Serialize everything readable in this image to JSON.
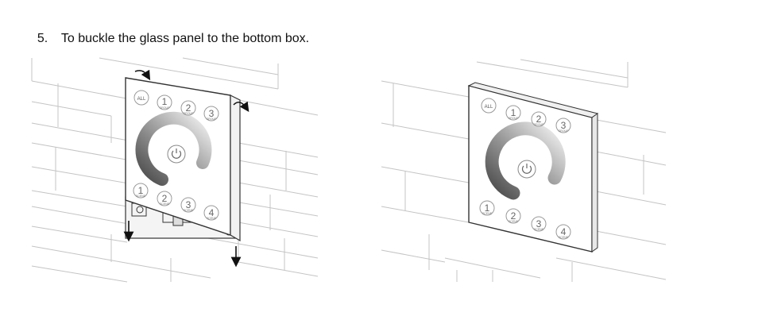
{
  "instruction": {
    "number": "5.",
    "text": "To buckle the glass panel to the bottom box."
  },
  "panel": {
    "all_label": "ALL",
    "top_buttons": [
      "1",
      "2",
      "3"
    ],
    "bottom_buttons": [
      "1",
      "2",
      "3",
      "4"
    ],
    "group_sub": "GROUP",
    "scene_sub": "SCENE"
  },
  "colors": {
    "wall_line": "#c4c4c4",
    "panel_edge": "#333333",
    "arrow": "#111111"
  }
}
